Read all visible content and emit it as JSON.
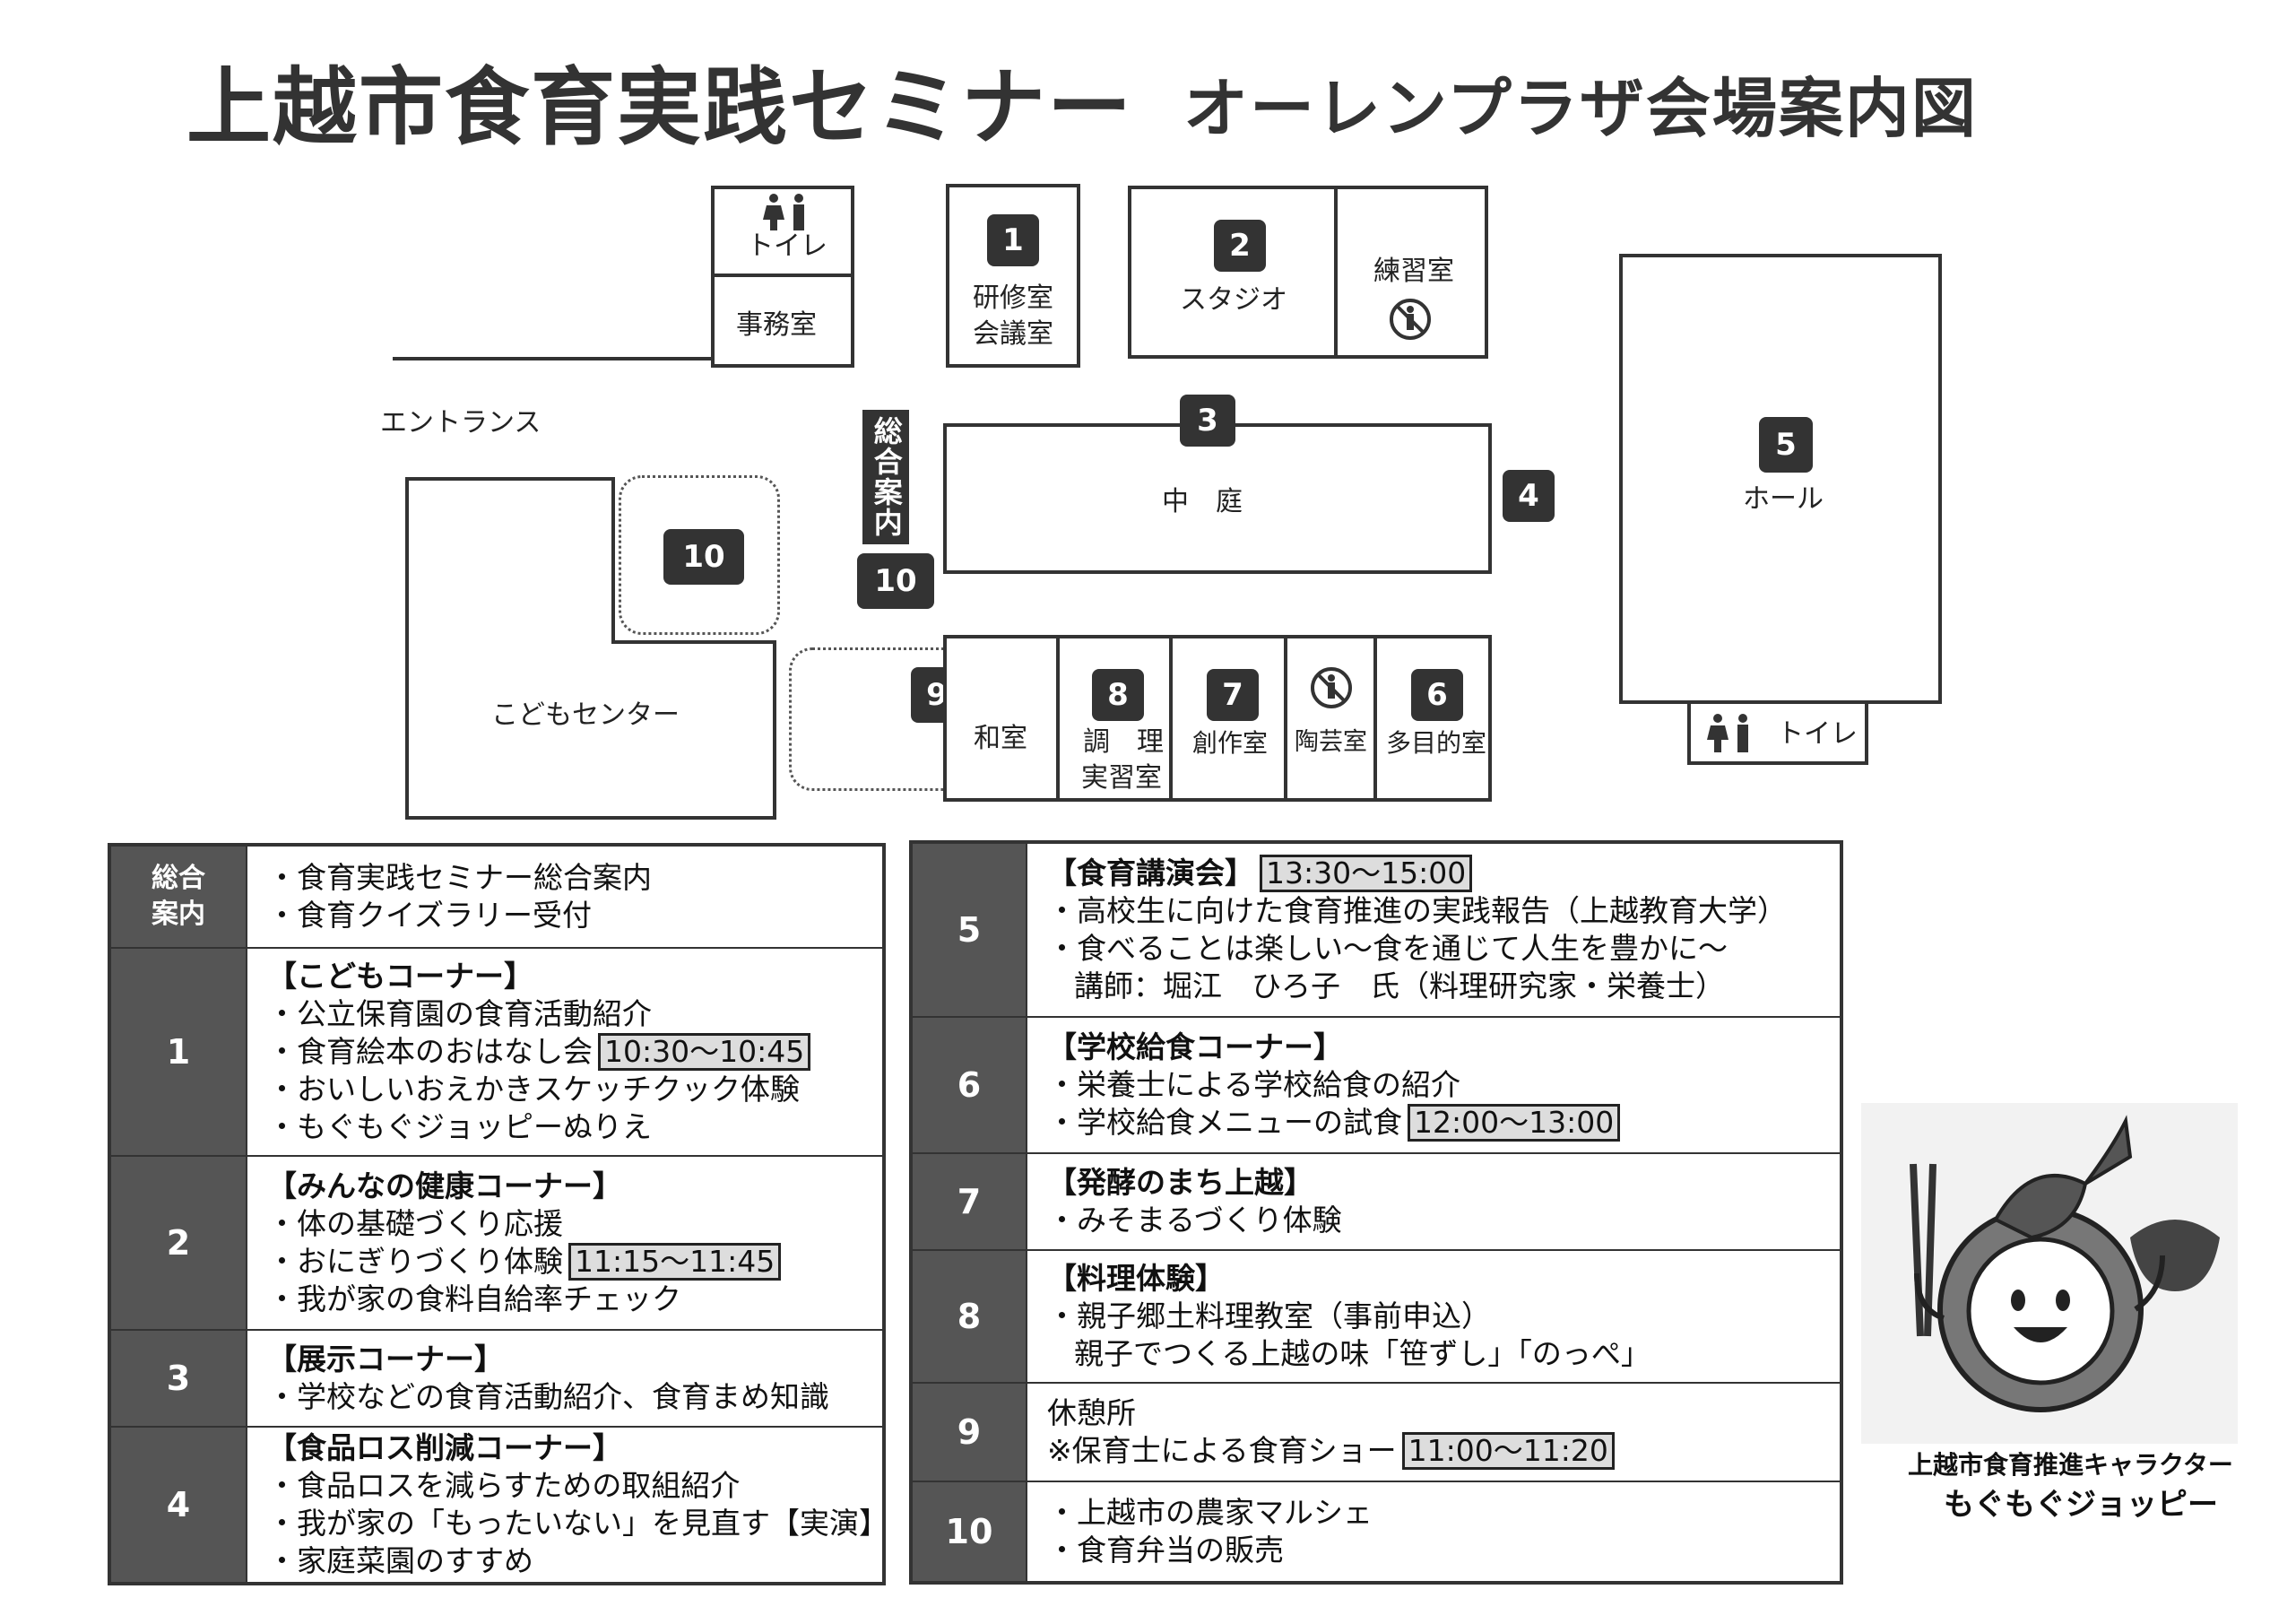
{
  "title": {
    "main": "上越市食育実践セミナー",
    "sub": "オーレンプラザ会場案内図"
  },
  "map": {
    "entrance": "エントランス",
    "toilet_top": "トイレ",
    "office": "事務室",
    "room1": {
      "num": "1",
      "name_line1": "研修室",
      "name_line2": "会議室"
    },
    "room2": {
      "num": "2",
      "name": "スタジオ"
    },
    "practice_room": "練習室",
    "info_vertical": "総合案内",
    "room3_num": "3",
    "courtyard": "中　庭",
    "room4_num": "4",
    "room5": {
      "num": "5",
      "name": "ホール"
    },
    "toilet_right": "トイレ",
    "kids_center": "こどもセンター",
    "room10a": "10",
    "room10b": "10",
    "room9_num": "9",
    "washitsu": "和室",
    "room8": {
      "num": "8",
      "name_line1": "調　理",
      "name_line2": "実習室"
    },
    "room7": {
      "num": "7",
      "name": "創作室"
    },
    "pottery": "陶芸室",
    "room6": {
      "num": "6",
      "name": "多目的室"
    }
  },
  "left_table": [
    {
      "num": "総合\n案内",
      "lines": [
        "・食育実践セミナー総合案内",
        "・食育クイズラリー受付"
      ]
    },
    {
      "num": "1",
      "heading": "【こどもコーナー】",
      "lines": [
        "・公立保育園の食育活動紹介",
        "・食育絵本のおはなし会",
        "・おいしいおえかきスケッチクック体験",
        "・もぐもぐジョッピーぬりえ"
      ],
      "time": "10:30～10:45"
    },
    {
      "num": "2",
      "heading": "【みんなの健康コーナー】",
      "lines": [
        "・体の基礎づくり応援",
        "・おにぎりづくり体験",
        "・我が家の食料自給率チェック"
      ],
      "time": "11:15～11:45"
    },
    {
      "num": "3",
      "heading": "【展示コーナー】",
      "lines": [
        "・学校などの食育活動紹介、食育まめ知識"
      ]
    },
    {
      "num": "4",
      "heading": "【食品ロス削減コーナー】",
      "lines": [
        "・食品ロスを減らすための取組紹介",
        "・我が家の「もったいない」を見直す【実演】",
        "・家庭菜園のすすめ"
      ]
    }
  ],
  "right_table": [
    {
      "num": "5",
      "heading": "【食育講演会】",
      "time": "13:30～15:00",
      "lines": [
        "・高校生に向けた食育推進の実践報告（上越教育大学）",
        "・食べることは楽しい～食を通じて人生を豊かに～",
        "講師：堀江　ひろ子　氏（料理研究家・栄養士）"
      ]
    },
    {
      "num": "6",
      "heading": "【学校給食コーナー】",
      "lines": [
        "・栄養士による学校給食の紹介",
        "・学校給食メニューの試食"
      ],
      "time": "12:00～13:00"
    },
    {
      "num": "7",
      "heading": "【発酵のまち上越】",
      "lines": [
        "・みそまるづくり体験"
      ]
    },
    {
      "num": "8",
      "heading": "【料理体験】",
      "lines": [
        "・親子郷土料理教室（事前申込）",
        "親子でつくる上越の味「笹ずし」「のっぺ」"
      ]
    },
    {
      "num": "9",
      "lines": [
        "休憩所",
        "※保育士による食育ショー"
      ],
      "time": "11:00～11:20"
    },
    {
      "num": "10",
      "lines": [
        "・上越市の農家マルシェ",
        "・食育弁当の販売"
      ]
    }
  ],
  "mascot": {
    "caption1": "上越市食育推進キャラクター",
    "caption2": "もぐもぐジョッピー"
  },
  "colors": {
    "dark": "#333333",
    "cell": "#555555",
    "highlight": "#dddddd"
  }
}
